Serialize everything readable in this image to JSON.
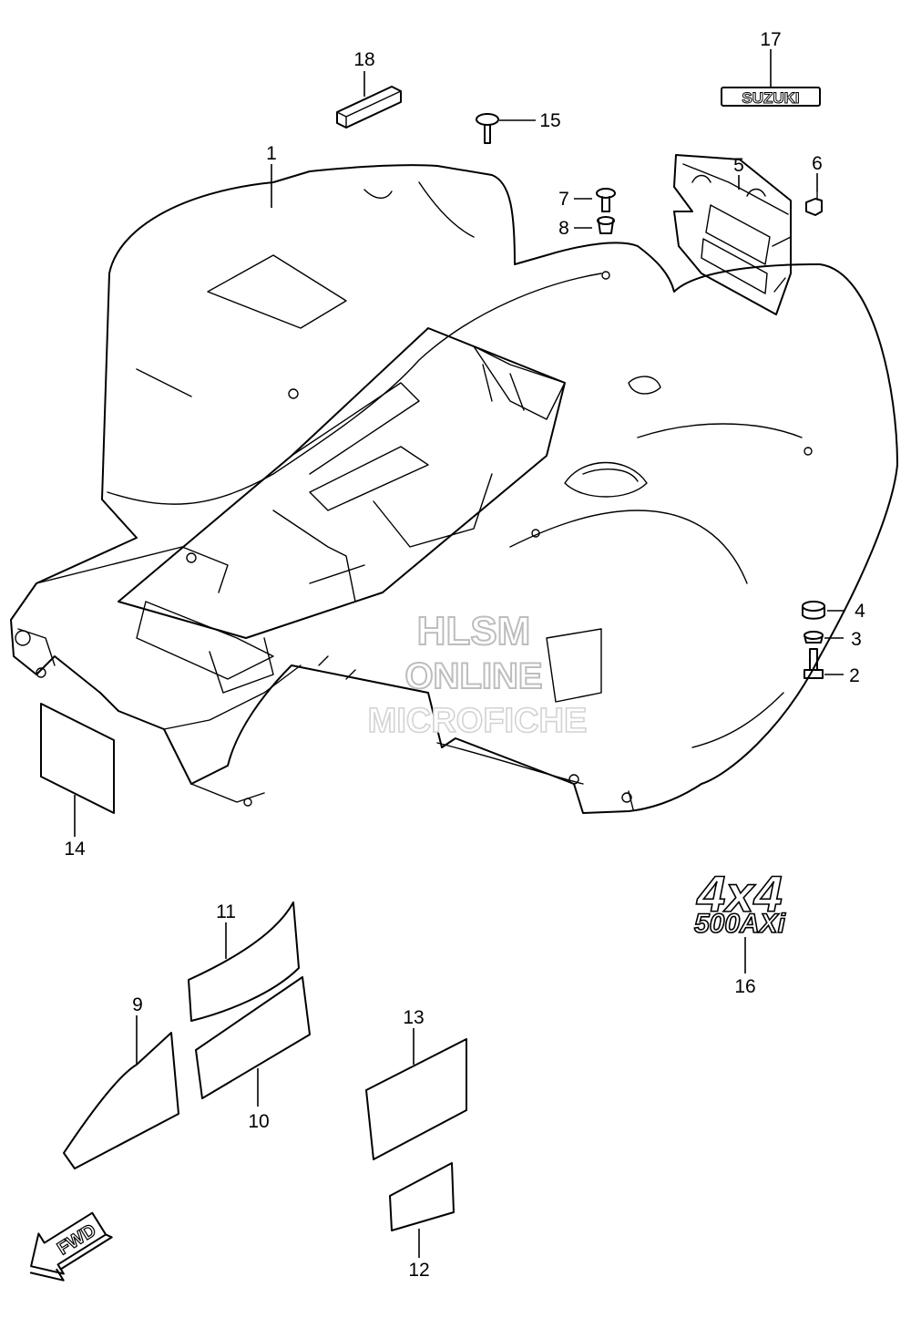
{
  "parts": [
    {
      "id": "1",
      "label": "1"
    },
    {
      "id": "2",
      "label": "2"
    },
    {
      "id": "3",
      "label": "3"
    },
    {
      "id": "4",
      "label": "4"
    },
    {
      "id": "5",
      "label": "5"
    },
    {
      "id": "6",
      "label": "6"
    },
    {
      "id": "7",
      "label": "7"
    },
    {
      "id": "8",
      "label": "8"
    },
    {
      "id": "9",
      "label": "9"
    },
    {
      "id": "10",
      "label": "10"
    },
    {
      "id": "11",
      "label": "11"
    },
    {
      "id": "12",
      "label": "12"
    },
    {
      "id": "13",
      "label": "13"
    },
    {
      "id": "14",
      "label": "14"
    },
    {
      "id": "15",
      "label": "15"
    },
    {
      "id": "16",
      "label": "16"
    },
    {
      "id": "17",
      "label": "17"
    },
    {
      "id": "18",
      "label": "18"
    }
  ],
  "decals": {
    "suzuki_emblem": "SUZUKI",
    "model_line1": "4x4",
    "model_line2": "500AXi"
  },
  "direction_arrow": "FWD",
  "watermark": {
    "line1": "HLSM",
    "line2": "ONLINE",
    "line3": "MICROFICHE"
  }
}
